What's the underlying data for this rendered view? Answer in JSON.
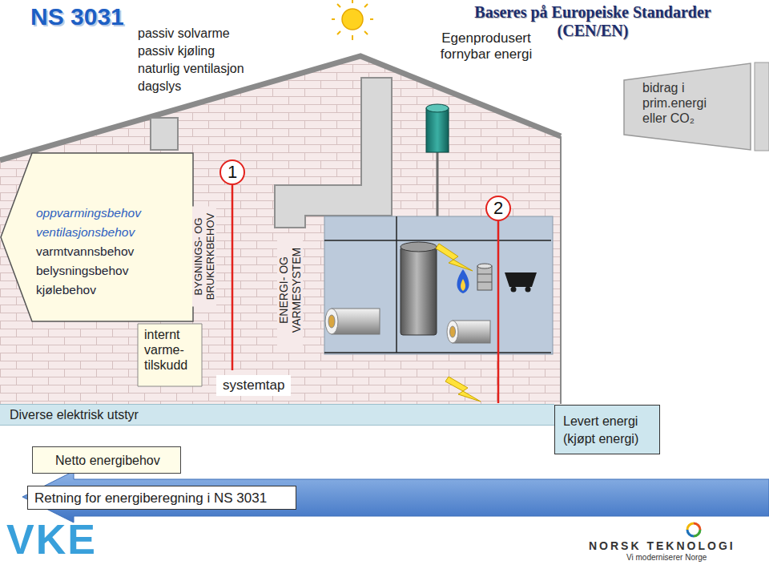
{
  "diagram": {
    "title": "NS 3031",
    "nodes": [
      {
        "text": [
          "oppvarmingsbehov",
          "ventilasjonsbehov",
          "varmtvannsbehov",
          "belysningsbehov",
          "kjølebehov"
        ]
      },
      {
        "text": [
          "1"
        ]
      },
      {
        "text": [
          "2"
        ]
      },
      {
        "text": [
          "bidrag i prim.energi eller CO₂"
        ]
      },
      {
        "text": [
          "Diverse elektrisk utstyr"
        ]
      },
      {
        "text": [
          "Levert energi (kjøpt energi)"
        ]
      },
      {
        "text": [
          "Netto energibehov"
        ]
      },
      {
        "text": [
          "Retning for energiberegning i NS 3031"
        ]
      }
    ],
    "labels": [
      "passiv solvarme",
      "passiv kjøling",
      "naturlig ventilasjon",
      "dagslys",
      "Baseres på Europeiske Standarder (CEN/EN)",
      "Egenprodusert fornybar energi",
      "BYGNINGS- OG BRUKERKBEHOV",
      "ENERGI- OG VARMESYSTEM",
      "internt varme-tilskudd",
      "systemtap",
      "VKE",
      "NORSK TEKNOLOGI",
      "Vi moderniserer Norge"
    ]
  }
}
